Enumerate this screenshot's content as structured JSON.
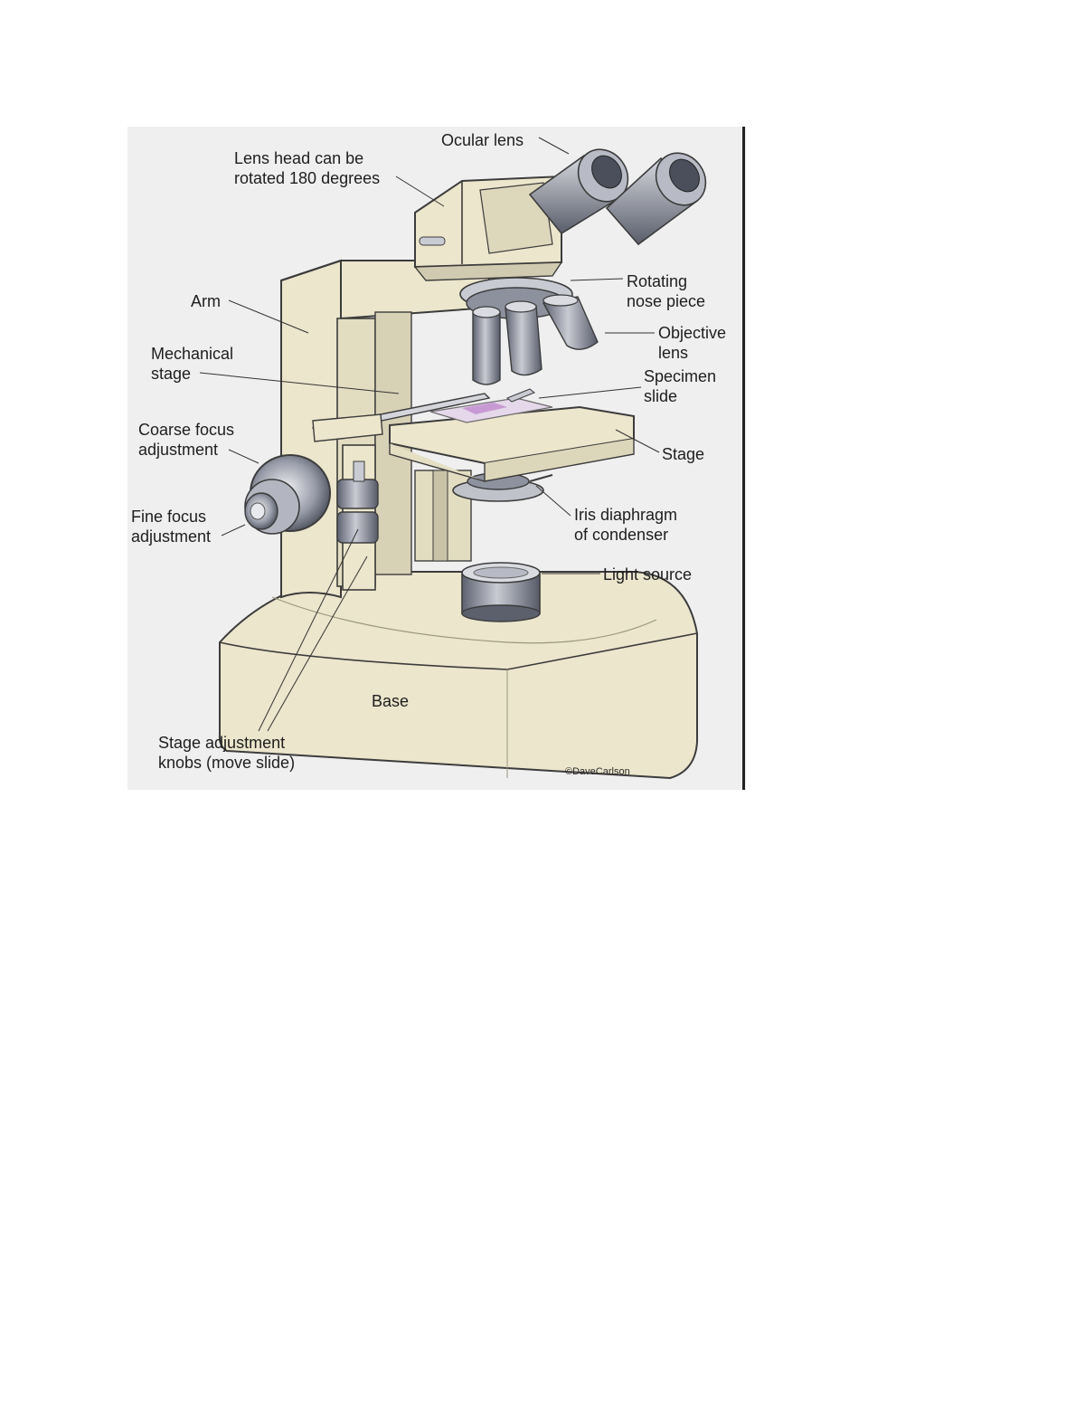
{
  "labels": {
    "ocular_lens": "Ocular lens",
    "lens_head": "Lens head can be\nrotated 180 degrees",
    "arm": "Arm",
    "rotating_nose_piece": "Rotating\nnose piece",
    "objective_lens": "Objective\nlens",
    "mechanical_stage": "Mechanical\nstage",
    "specimen_slide": "Specimen\nslide",
    "coarse_focus": "Coarse focus\nadjustment",
    "stage": "Stage",
    "fine_focus": "Fine focus\nadjustment",
    "iris_diaphragm": "Iris diaphragm\nof condenser",
    "light_source": "Light source",
    "base": "Base",
    "stage_adjustment_knobs": "Stage adjustment\nknobs (move slide)",
    "credit": "©DaveCarlson"
  },
  "colors": {
    "body": "#ebe6cc",
    "outline": "#3c3c3c",
    "metal": "#8a8f9c",
    "metal_dark": "#4b4f5c",
    "background": "#efefef"
  }
}
